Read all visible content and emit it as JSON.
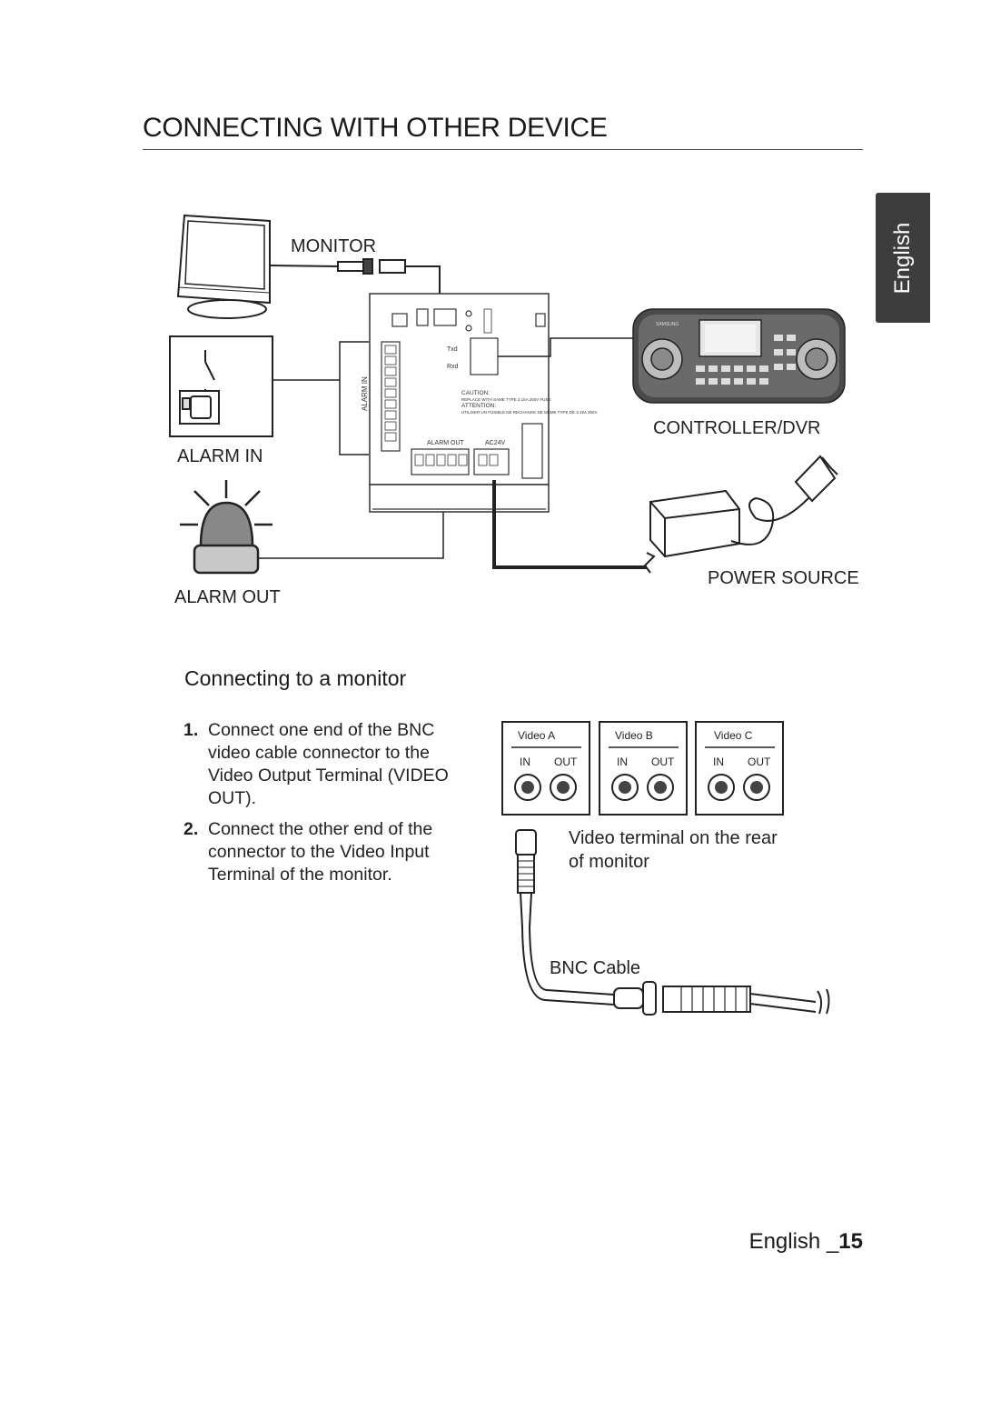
{
  "section_title": "CONNECTING WITH OTHER DEVICE",
  "side_tab": "English",
  "diagram": {
    "monitor_label": "MONITOR",
    "controller_label": "CONTROLLER/DVR",
    "alarm_in_label": "ALARM IN",
    "alarm_out_label": "ALARM OUT",
    "power_label": "POWER SOURCE",
    "board": {
      "txd": "Txd",
      "rxd": "Rxd",
      "alarm_in_vertical": "ALARM IN",
      "caution": "CAUTION:",
      "caution_text": "REPLACE WITH SAME TYPE 3.15A 250V FUSE",
      "attention": "ATTENTION:",
      "attention_text": "UTILISER UN FUSIBLE DE RECHANGE DE MEME TYPE DE 3.15A 250V",
      "alarm_out": "ALARM OUT",
      "ac24v": "AC24V"
    },
    "controller_brand": "SAMSUNG"
  },
  "subsection_title": "Connecting to a monitor",
  "steps": [
    {
      "num": "1.",
      "text": "Connect one end of the BNC video cable connector to the Video Output Terminal (VIDEO OUT)."
    },
    {
      "num": "2.",
      "text": "Connect the other end of the connector to the Video Input Terminal of the monitor."
    }
  ],
  "terminal_panels": [
    {
      "title": "Video A",
      "in": "IN",
      "out": "OUT"
    },
    {
      "title": "Video B",
      "in": "IN",
      "out": "OUT"
    },
    {
      "title": "Video C",
      "in": "IN",
      "out": "OUT"
    }
  ],
  "video_terminal_caption": "Video terminal on the rear of monitor",
  "bnc_cable_label": "BNC Cable",
  "page_footer": {
    "language": "English",
    "sep": " _",
    "number": "15"
  }
}
